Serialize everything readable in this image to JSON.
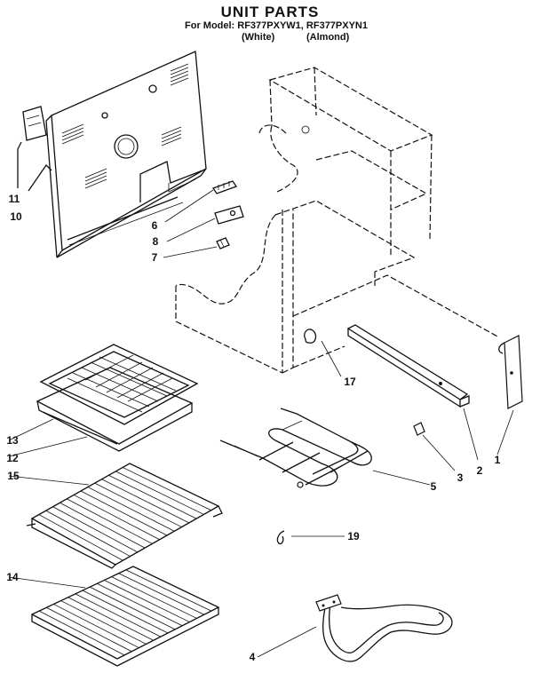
{
  "header": {
    "title": "UNIT PARTS",
    "model_line": "For Model: RF377PXYW1, RF377PXYN1",
    "variant_white": "(White)",
    "variant_almond": "(Almond)"
  },
  "callouts": {
    "p1": "1",
    "p2": "2",
    "p3": "3",
    "p4": "4",
    "p5": "5",
    "p6": "6",
    "p7": "7",
    "p8": "8",
    "p10": "10",
    "p11": "11",
    "p12": "12",
    "p13": "13",
    "p14": "14",
    "p15": "15",
    "p17": "17",
    "p19": "19"
  }
}
